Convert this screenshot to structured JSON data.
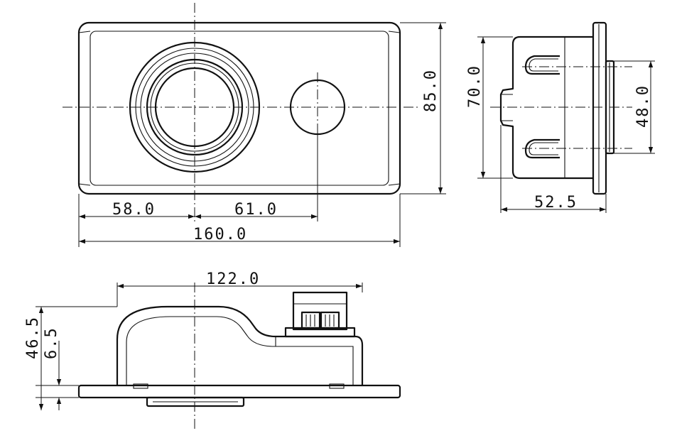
{
  "dimensions": {
    "front_left": "58.0",
    "front_middle": "61.0",
    "front_width": "160.0",
    "front_height": "85.0",
    "side_height": "70.0",
    "side_inner": "48.0",
    "side_depth": "52.5",
    "bottom_width": "122.0",
    "bottom_height": "46.5",
    "bottom_plate": "6.5"
  }
}
